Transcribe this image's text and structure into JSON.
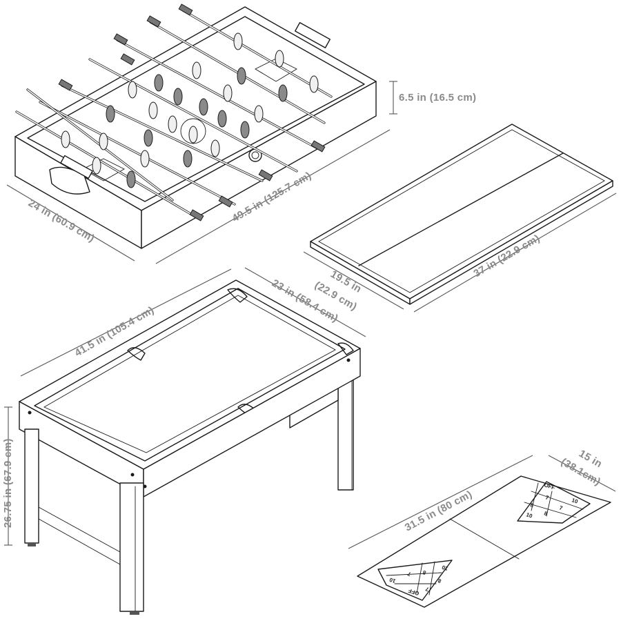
{
  "foosball": {
    "height_label": "6.5 in (16.5 cm)",
    "width_label": "24 in (60.9 cm)",
    "length_label": "49.5 in (125.7 cm)"
  },
  "ping_pong_top": {
    "width_label_line1": "19.5 in",
    "width_label_line2": "(22.9 cm)",
    "length_label": "37 in (22.9 cm)"
  },
  "pool_table": {
    "length_label": "41.5 in (105.4 cm)",
    "width_label": "23 in (58.4 cm)",
    "height_label": "26.75 in (67.9 cm)"
  },
  "shuffleboard": {
    "length_label": "31.5 in (80 cm)",
    "width_label_line1": "15 in",
    "width_label_line2": "(38.1cm)",
    "scores": [
      "OFF",
      "10",
      "7",
      "7",
      "8",
      "8",
      "10"
    ]
  }
}
